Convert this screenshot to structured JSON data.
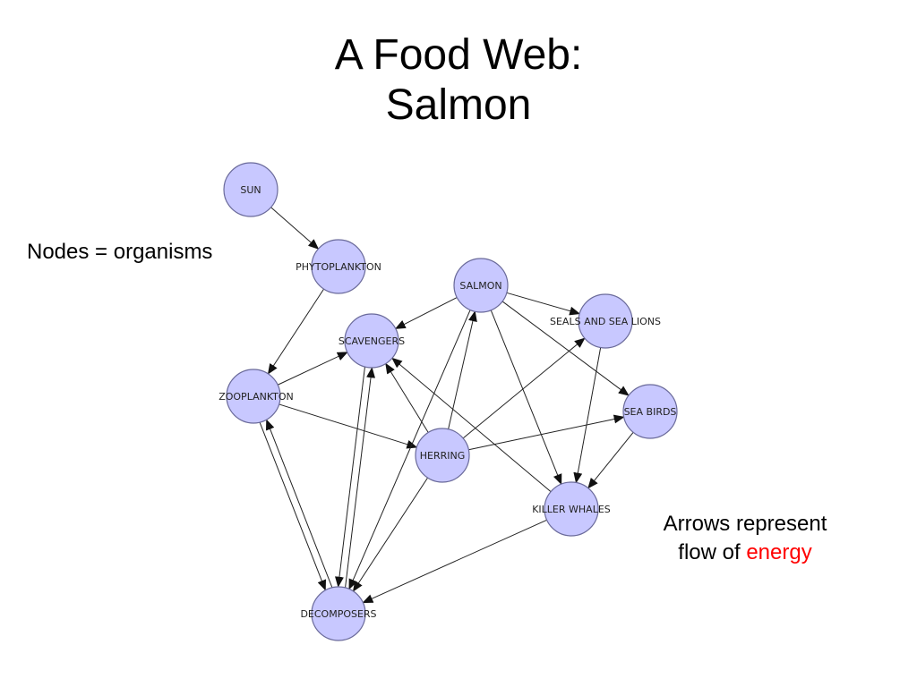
{
  "title": {
    "line1": "A Food Web:",
    "line2": "Salmon"
  },
  "notes": {
    "nodes": "Nodes = organisms",
    "arrows_pre": "Arrows represent",
    "arrows_flow": "flow of ",
    "arrows_highlight": "energy"
  },
  "colors": {
    "node_fill": "#c8c8ff",
    "node_stroke": "#6a6a9a",
    "highlight": "#ff0000"
  },
  "diagram": {
    "nodes": [
      {
        "id": "sun",
        "label": "SUN"
      },
      {
        "id": "phytoplankton",
        "label": "PHYTOPLANKTON"
      },
      {
        "id": "salmon",
        "label": "SALMON"
      },
      {
        "id": "seals",
        "label": "SEALS AND SEA LIONS"
      },
      {
        "id": "scavengers",
        "label": "SCAVENGERS"
      },
      {
        "id": "zooplankton",
        "label": "ZOOPLANKTON"
      },
      {
        "id": "seabirds",
        "label": "SEA BIRDS"
      },
      {
        "id": "herring",
        "label": "HERRING"
      },
      {
        "id": "killerwhales",
        "label": "KILLER WHALES"
      },
      {
        "id": "decomposers",
        "label": "DECOMPOSERS"
      }
    ],
    "edges": [
      {
        "from": "sun",
        "to": "phytoplankton"
      },
      {
        "from": "phytoplankton",
        "to": "zooplankton"
      },
      {
        "from": "zooplankton",
        "to": "scavengers"
      },
      {
        "from": "zooplankton",
        "to": "herring"
      },
      {
        "from": "zooplankton",
        "to": "decomposers"
      },
      {
        "from": "decomposers",
        "to": "zooplankton"
      },
      {
        "from": "salmon",
        "to": "scavengers"
      },
      {
        "from": "salmon",
        "to": "seals"
      },
      {
        "from": "salmon",
        "to": "seabirds"
      },
      {
        "from": "salmon",
        "to": "killerwhales"
      },
      {
        "from": "salmon",
        "to": "decomposers"
      },
      {
        "from": "herring",
        "to": "salmon"
      },
      {
        "from": "herring",
        "to": "seals"
      },
      {
        "from": "herring",
        "to": "seabirds"
      },
      {
        "from": "herring",
        "to": "scavengers"
      },
      {
        "from": "herring",
        "to": "decomposers"
      },
      {
        "from": "scavengers",
        "to": "decomposers"
      },
      {
        "from": "decomposers",
        "to": "scavengers"
      },
      {
        "from": "killerwhales",
        "to": "scavengers"
      },
      {
        "from": "killerwhales",
        "to": "decomposers"
      },
      {
        "from": "seals",
        "to": "killerwhales"
      },
      {
        "from": "seabirds",
        "to": "killerwhales"
      }
    ]
  }
}
